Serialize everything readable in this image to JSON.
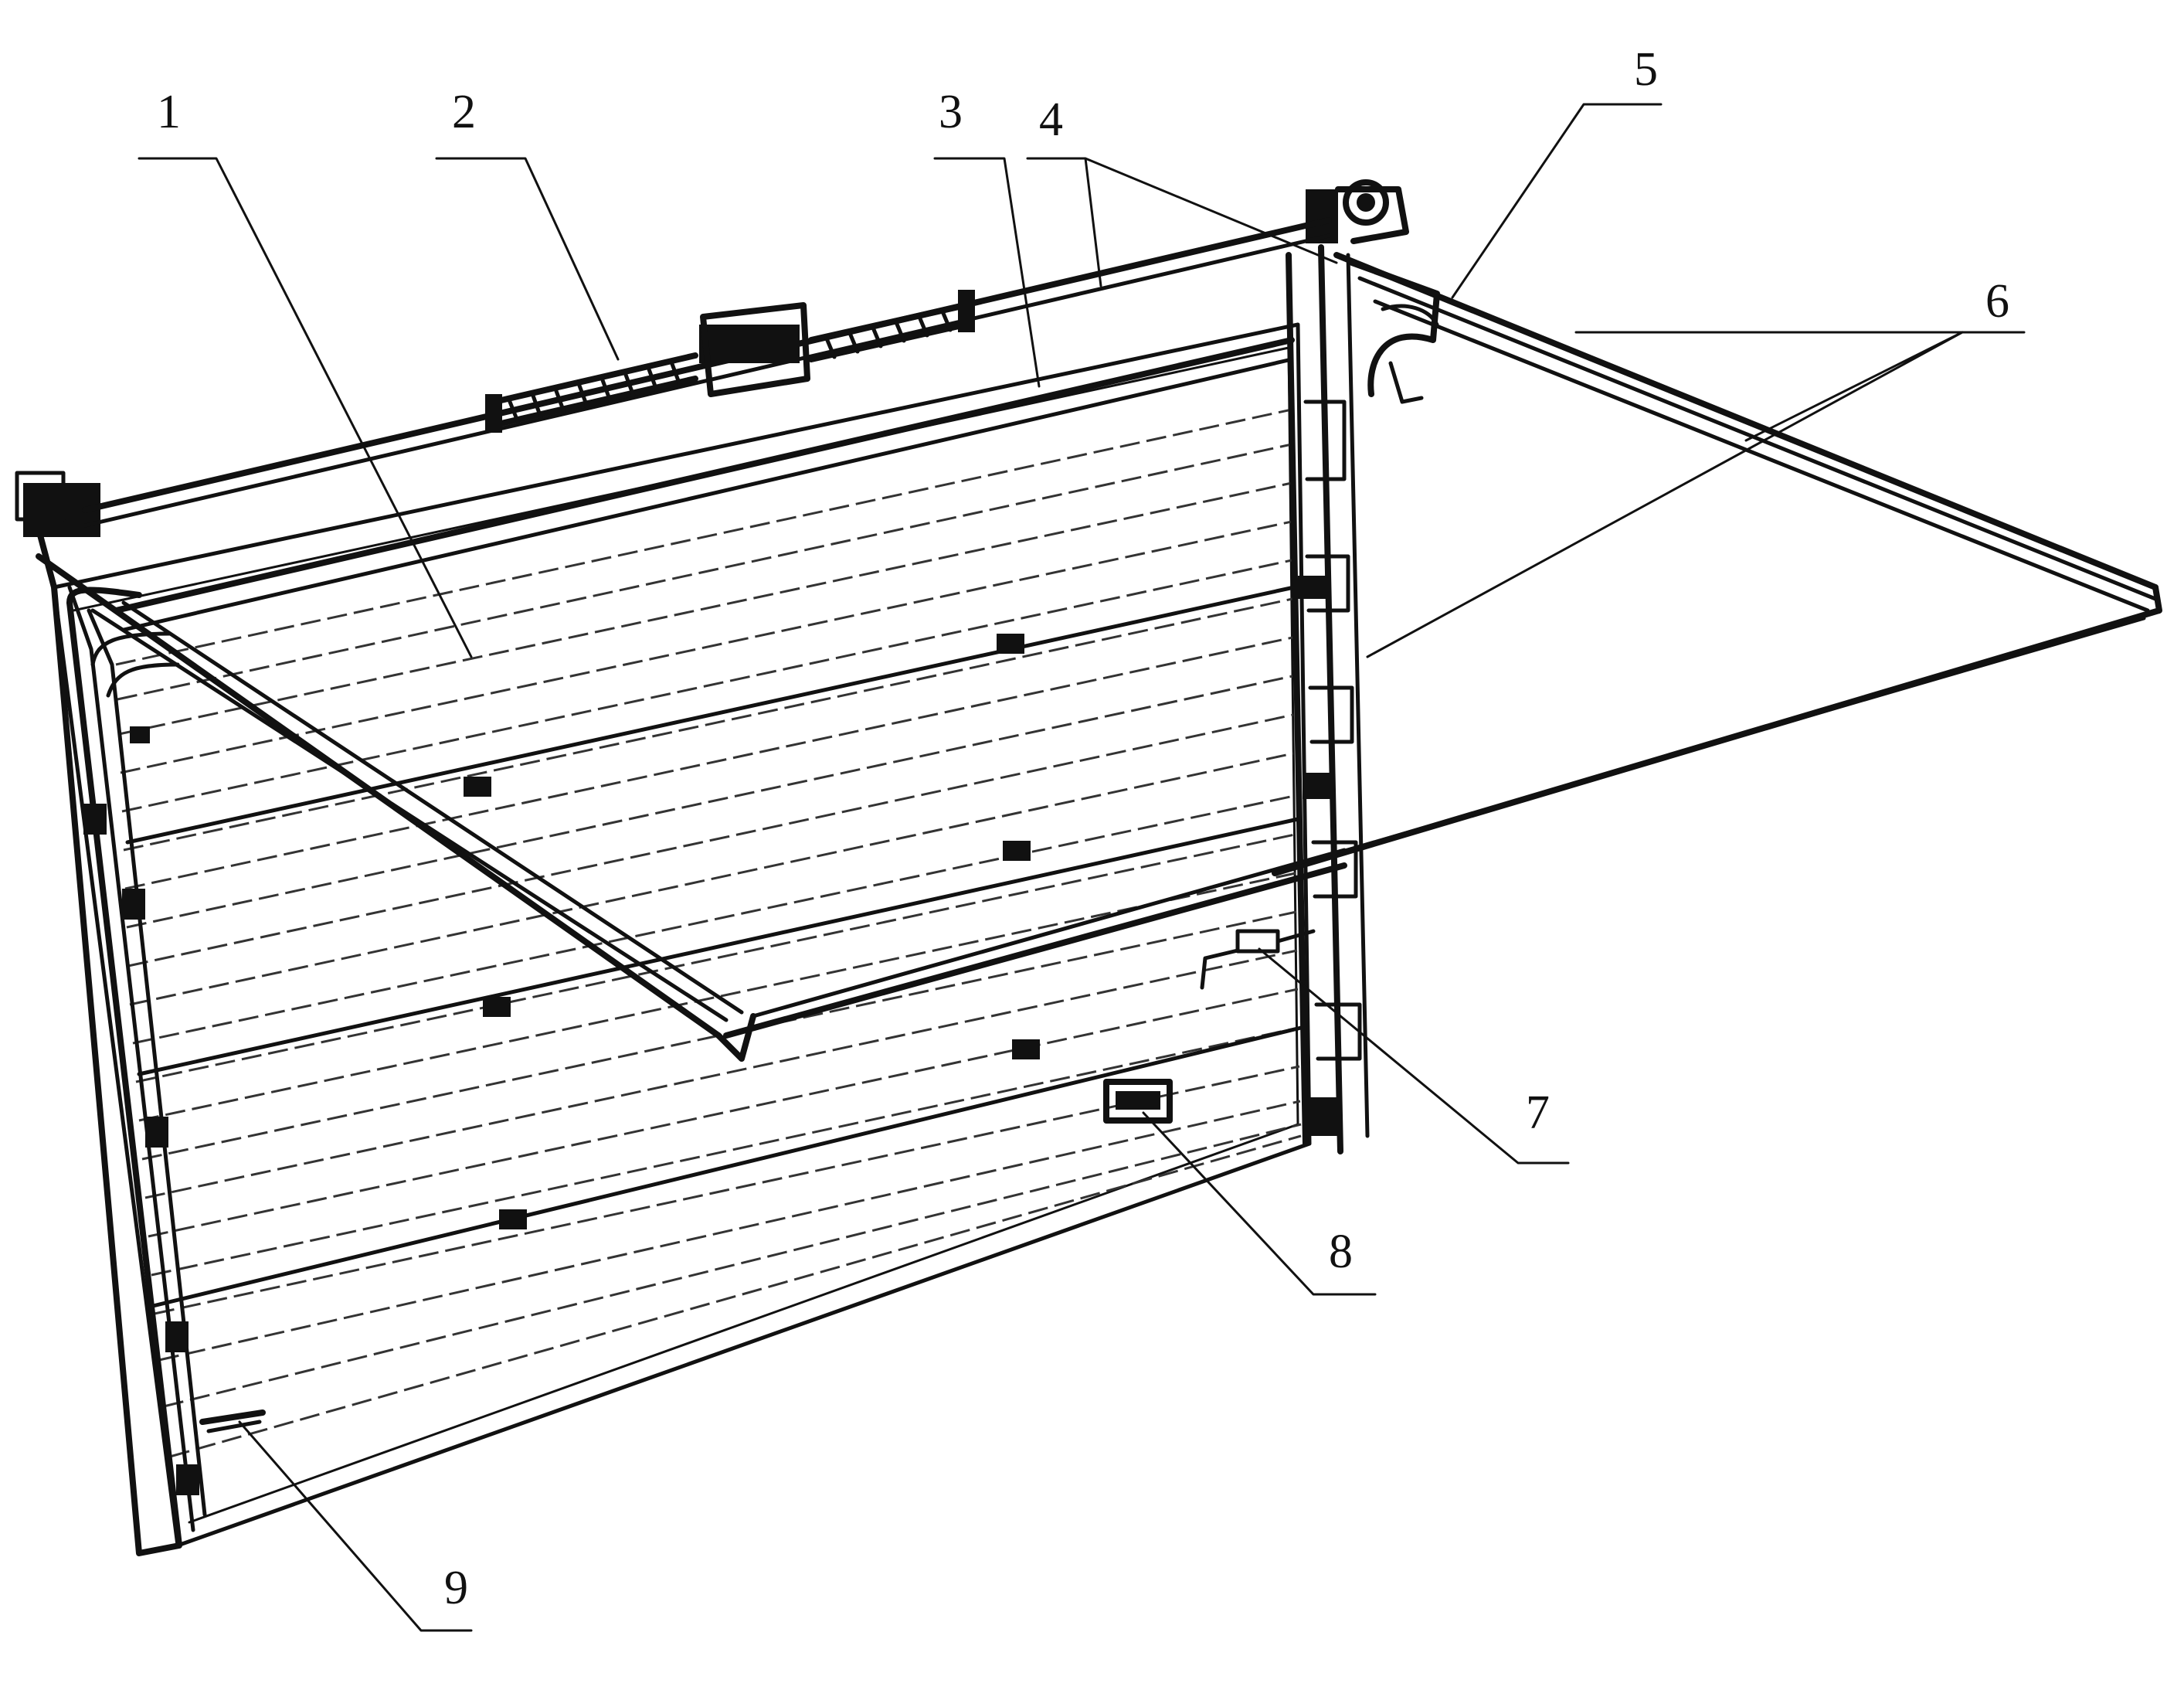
{
  "figure": {
    "background": "#ffffff",
    "ink": "#111111"
  },
  "callouts": [
    {
      "id": "1",
      "text": "1"
    },
    {
      "id": "2",
      "text": "2"
    },
    {
      "id": "3",
      "text": "3"
    },
    {
      "id": "4",
      "text": "4"
    },
    {
      "id": "5",
      "text": "5"
    },
    {
      "id": "6",
      "text": "6"
    },
    {
      "id": "7",
      "text": "7"
    },
    {
      "id": "8",
      "text": "8"
    },
    {
      "id": "9",
      "text": "9"
    }
  ]
}
